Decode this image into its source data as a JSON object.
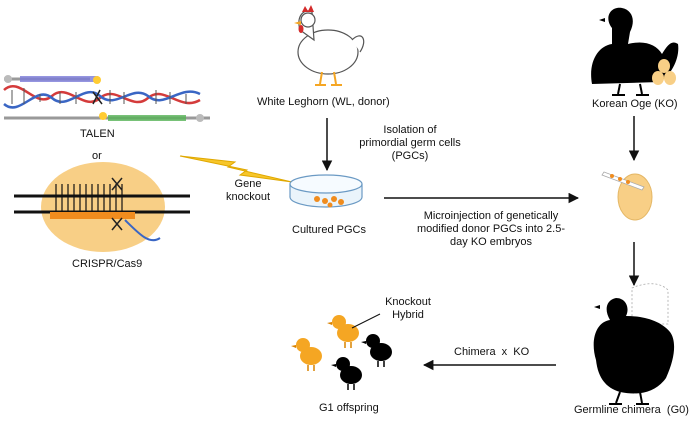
{
  "labels": {
    "talen": "TALEN",
    "or": "or",
    "crispr": "CRISPR/Cas9",
    "gene_knockout_1": "Gene",
    "gene_knockout_2": "knockout",
    "white_leghorn": "White Leghorn (WL, donor)",
    "isolation_1": "Isolation of",
    "isolation_2": "primordial germ cells",
    "isolation_3": "(PGCs)",
    "cultured_pgcs": "Cultured PGCs",
    "korean_oge": "Korean Oge (KO)",
    "microinjection_1": "Microinjection of genetically",
    "microinjection_2": "modified donor PGCs into 2.5-",
    "microinjection_3": "day KO embryos",
    "knockout_hybrid_1": "Knockout",
    "knockout_hybrid_2": "Hybrid",
    "cross": "Chimera  x  KO",
    "g1_offspring": "G1 offspring",
    "germline_chimera": "Germline chimera  (G0)"
  },
  "colors": {
    "chick_orange": "#f5a623",
    "egg_fill": "#f8cf86",
    "pgc_dot": "#f08c1e",
    "lightning": "#f7c62a",
    "black_bird": "#000000",
    "dna_red": "#d43b3b",
    "dna_blue": "#3a66c4"
  },
  "icons": [
    "talen-dna-icon",
    "crispr-cas9-icon",
    "lightning-bolt-icon",
    "white-chicken-icon",
    "petri-dish-icon",
    "black-hen-icon",
    "eggs-icon",
    "embryo-egg-icon",
    "chimera-hen-icon",
    "orange-chick-icon",
    "black-chick-icon"
  ]
}
